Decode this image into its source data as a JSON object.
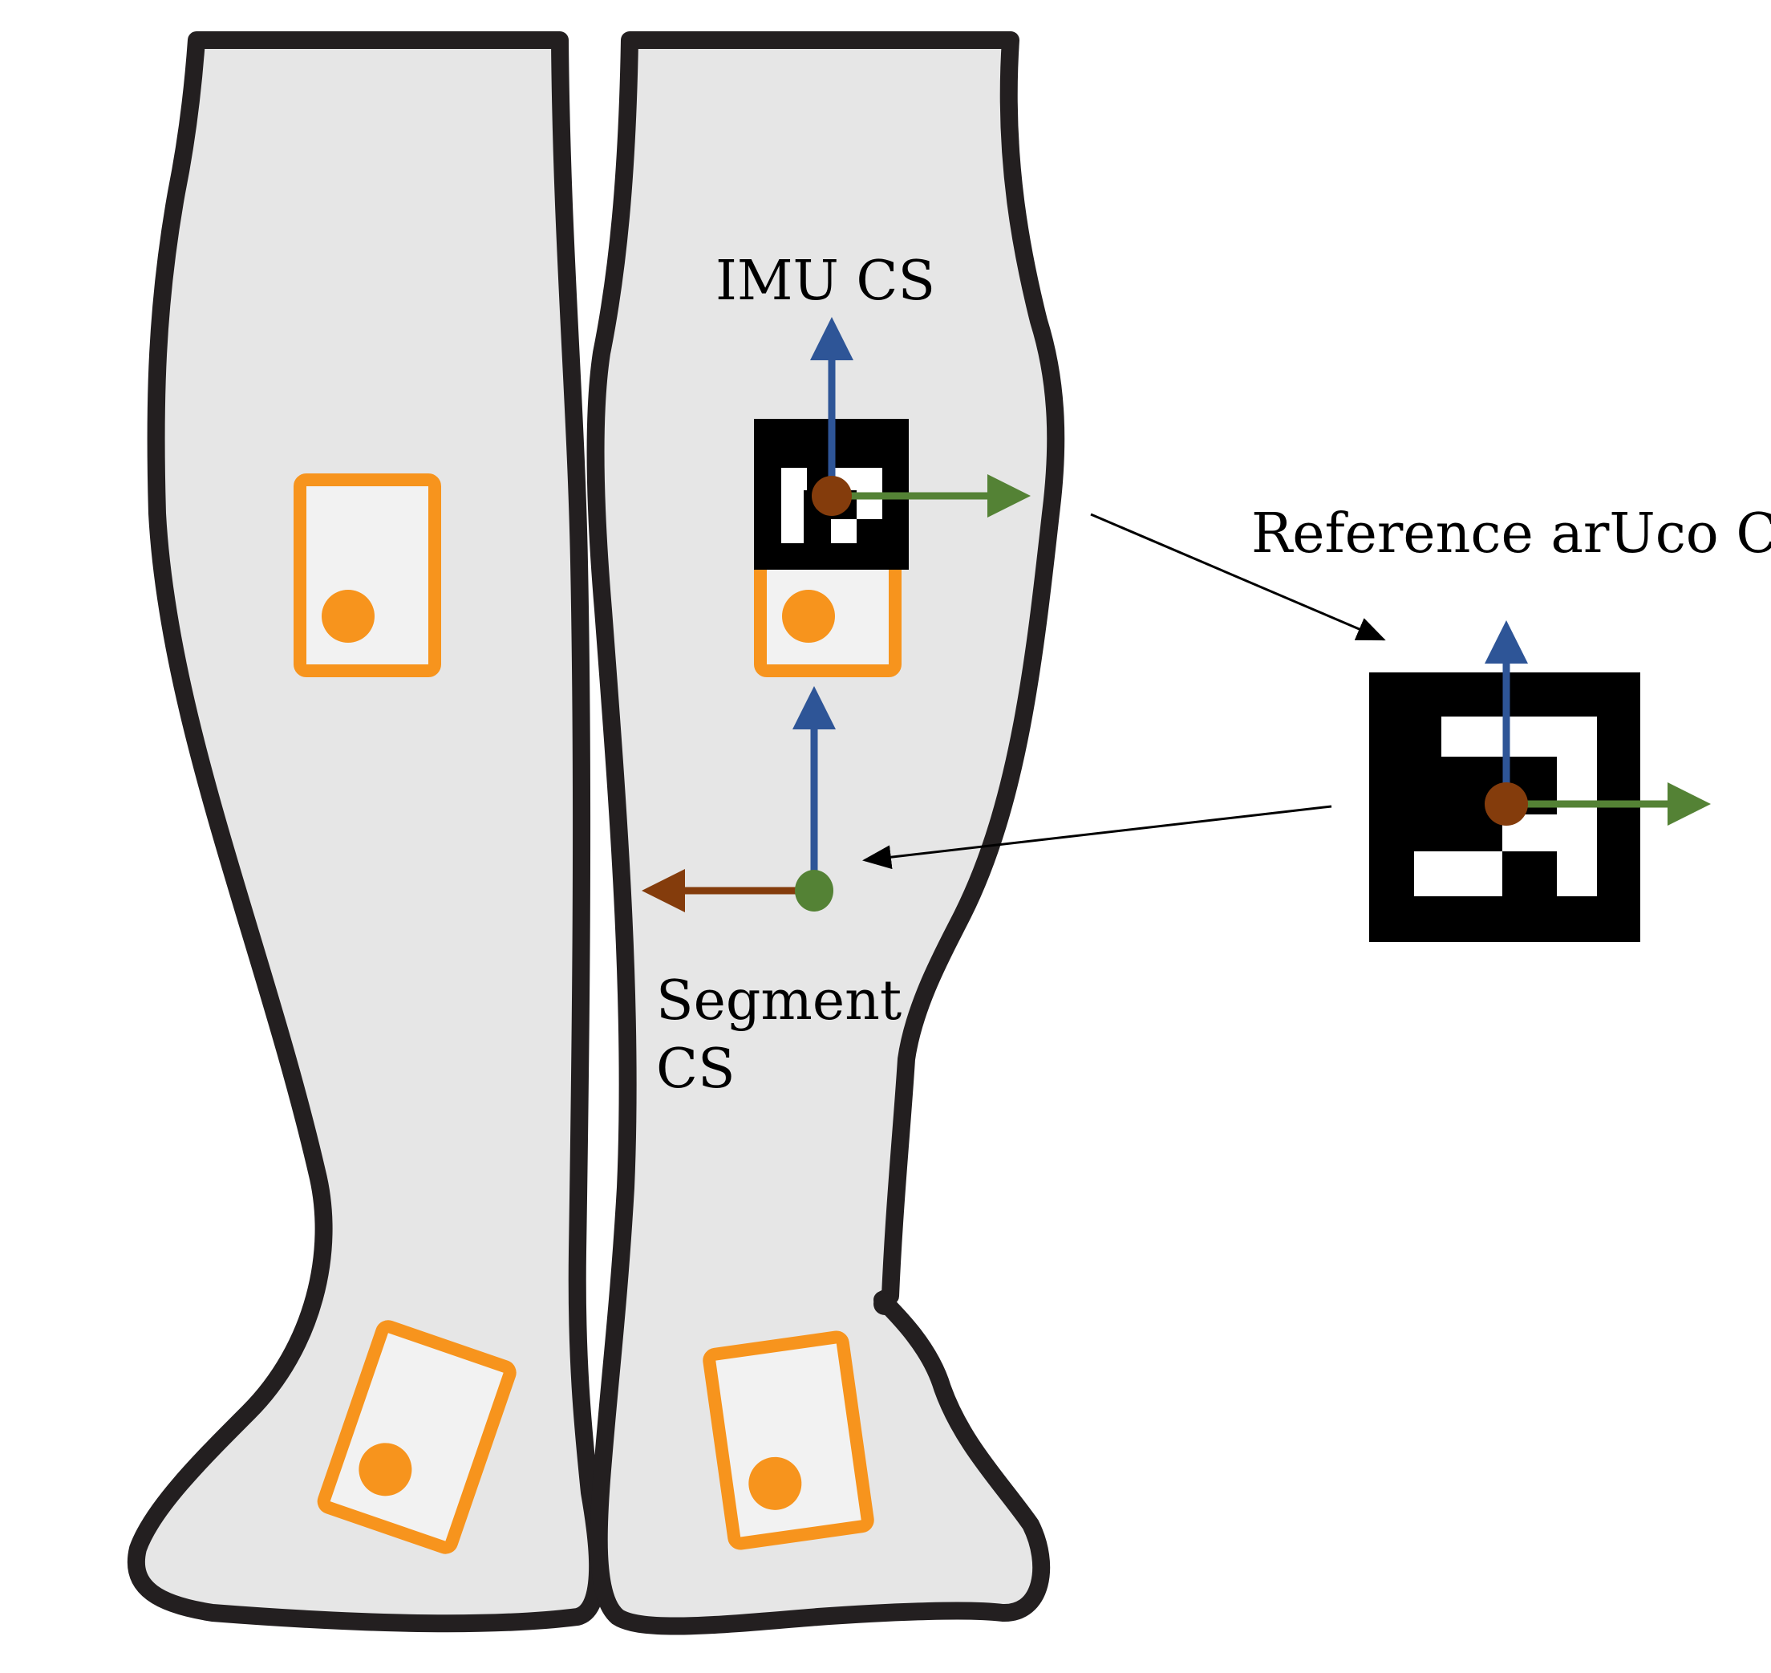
{
  "labels": {
    "imu_cs": "IMU CS",
    "reference_aruco_cs": "Reference arUco CS",
    "segment_cs_line1": "Segment",
    "segment_cs_line2": "CS"
  },
  "colors": {
    "leg_fill": "#e6e6e6",
    "leg_outline": "#231f20",
    "sensor_orange": "#f7941d",
    "sensor_fill": "#f2f2f2",
    "axis_blue": "#2e5597",
    "axis_green": "#548235",
    "axis_brown": "#843c0c",
    "marker_black": "#000000"
  },
  "icons": {
    "imu_sensor": "imu-sensor-icon",
    "aruco_marker": "aruco-marker-icon"
  }
}
